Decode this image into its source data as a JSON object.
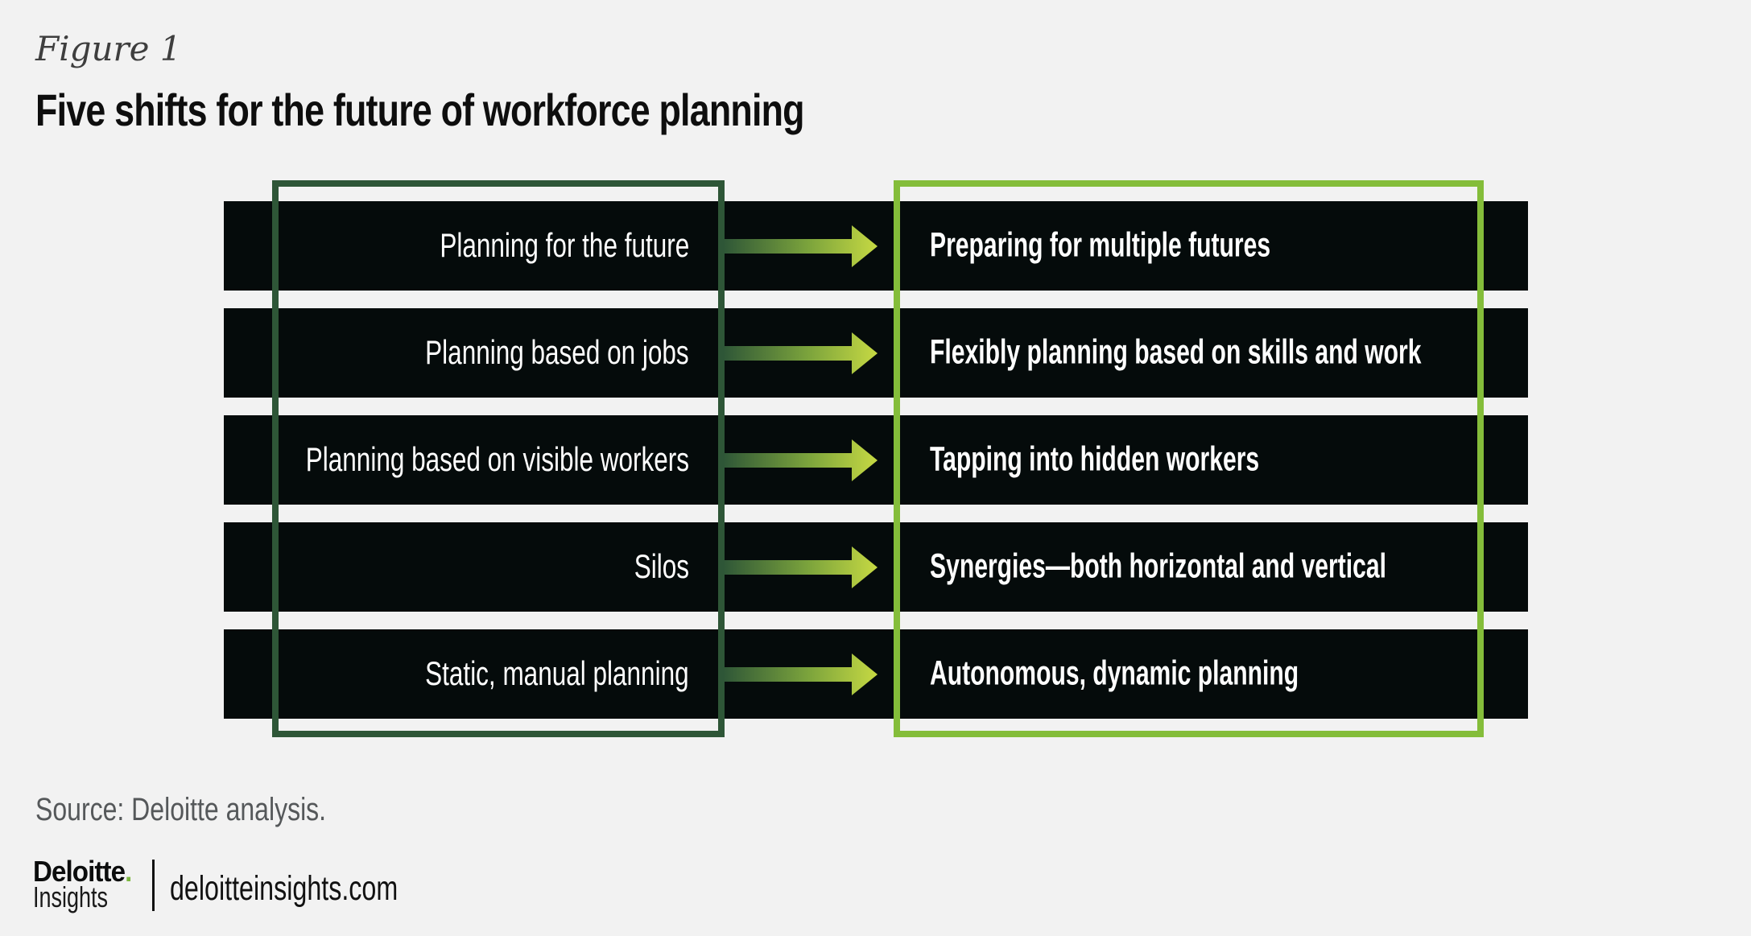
{
  "figure_label": "Figure 1",
  "title": "Five shifts for the future of workforce planning",
  "shifts": [
    {
      "from": "Planning for the future",
      "to": "Preparing for multiple futures"
    },
    {
      "from": "Planning based on jobs",
      "to": "Flexibly planning based on skills and work"
    },
    {
      "from": "Planning based on visible workers",
      "to": "Tapping into hidden workers"
    },
    {
      "from": "Silos",
      "to": "Synergies—both horizontal and vertical"
    },
    {
      "from": "Static, manual planning",
      "to": "Autonomous, dynamic planning"
    }
  ],
  "source": "Source: Deloitte analysis.",
  "footer": {
    "brand": "Deloitte",
    "brand_dot": ".",
    "brand_sub": "Insights",
    "website": "deloitteinsights.com"
  },
  "icons": {
    "arrow": "right-arrow-gradient"
  },
  "colors": {
    "background": "#f2f2f2",
    "bar": "#050b0b",
    "dark_green_outline": "#2e5637",
    "light_green_outline": "#84bd3a",
    "arrow_gradient_start": "#2e5637",
    "arrow_gradient_end": "#c6d943",
    "bar_text": "#ffffff",
    "title_text": "#0e0e0e",
    "figure_label_text": "#3e3e3e",
    "source_text": "#55585a",
    "brand_dot_green": "#7cb83f"
  }
}
